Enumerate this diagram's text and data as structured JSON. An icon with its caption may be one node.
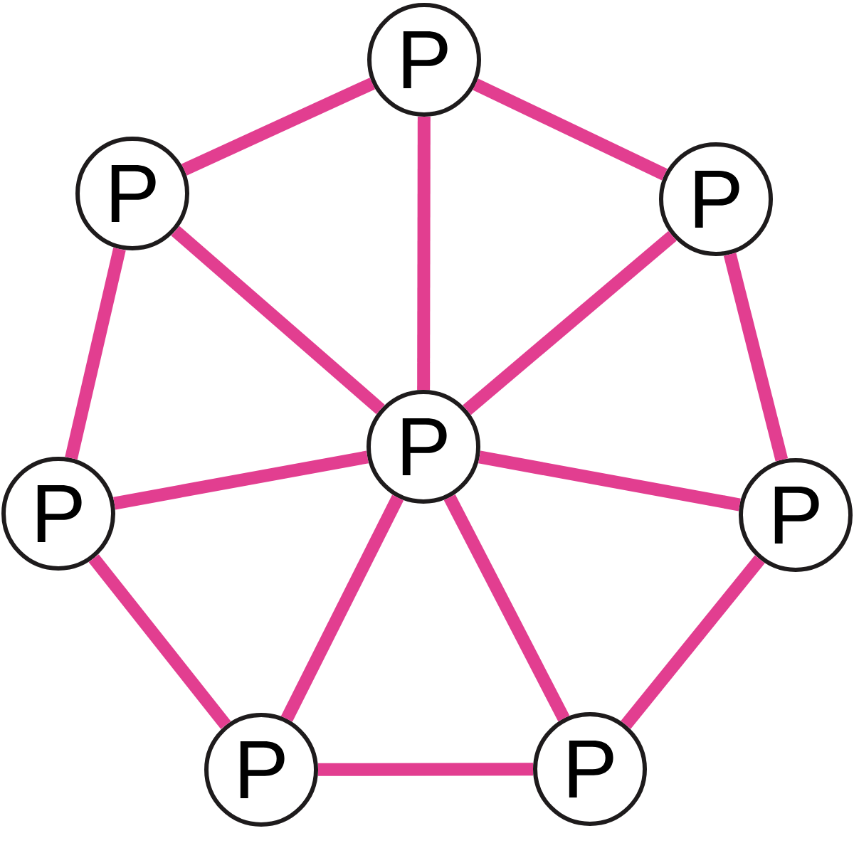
{
  "diagram": {
    "nodes": [
      {
        "text": [
          "P"
        ]
      },
      {
        "text": [
          "P"
        ]
      },
      {
        "text": [
          "P"
        ]
      },
      {
        "text": [
          "P"
        ]
      },
      {
        "text": [
          "P"
        ]
      },
      {
        "text": [
          "P"
        ]
      },
      {
        "text": [
          "P"
        ]
      },
      {
        "text": [
          "P"
        ]
      }
    ],
    "edges": [
      {
        "from": 0,
        "to": 1,
        "arrow": "none"
      },
      {
        "from": 0,
        "to": 2,
        "arrow": "none"
      },
      {
        "from": 0,
        "to": 3,
        "arrow": "none"
      },
      {
        "from": 1,
        "to": 3,
        "arrow": "none"
      },
      {
        "from": 2,
        "to": 3,
        "arrow": "none"
      },
      {
        "from": 1,
        "to": 4,
        "arrow": "none"
      },
      {
        "from": 2,
        "to": 5,
        "arrow": "none"
      },
      {
        "from": 3,
        "to": 4,
        "arrow": "none"
      },
      {
        "from": 3,
        "to": 5,
        "arrow": "none"
      },
      {
        "from": 3,
        "to": 6,
        "arrow": "none"
      },
      {
        "from": 3,
        "to": 7,
        "arrow": "none"
      },
      {
        "from": 4,
        "to": 6,
        "arrow": "none"
      },
      {
        "from": 5,
        "to": 7,
        "arrow": "none"
      },
      {
        "from": 6,
        "to": 7,
        "arrow": "none"
      }
    ]
  }
}
